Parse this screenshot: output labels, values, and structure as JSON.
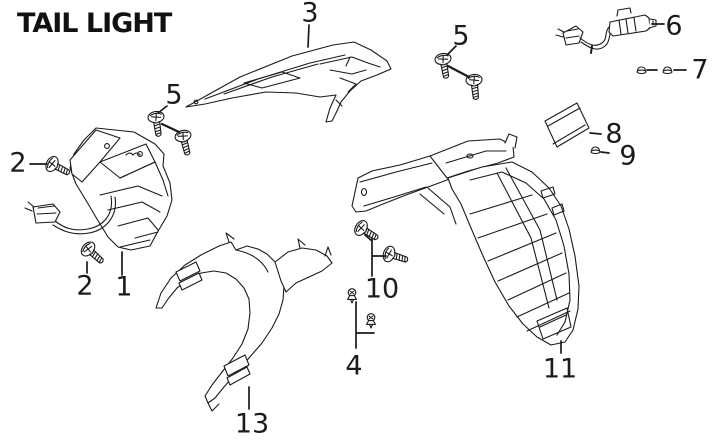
{
  "title": "TAIL LIGHT",
  "colors": {
    "line": "#1b1b1b",
    "background": "#ffffff"
  },
  "labels": [
    {
      "text": "3"
    },
    {
      "text": "5"
    },
    {
      "text": "6"
    },
    {
      "text": "7"
    },
    {
      "text": "5"
    },
    {
      "text": "2"
    },
    {
      "text": "8"
    },
    {
      "text": "9"
    },
    {
      "text": "2"
    },
    {
      "text": "1"
    },
    {
      "text": "10"
    },
    {
      "text": "4"
    },
    {
      "text": "13"
    },
    {
      "text": "11"
    }
  ]
}
